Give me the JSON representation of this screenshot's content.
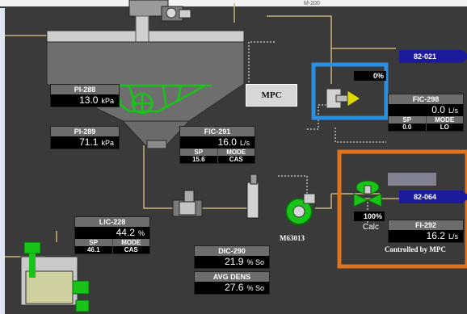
{
  "colors": {
    "background": "#3a3a3a",
    "pipe": "#c9b27a",
    "green": "#18c418",
    "blue_highlight": "#2b8fe0",
    "orange_highlight": "#e0741e",
    "arrow_tag": "#1b1b9c"
  },
  "top_label": "M-200",
  "mpc_button": "MPC",
  "faceplates": {
    "pi288": {
      "tag": "PI-288",
      "value": "13.0",
      "unit": "kPa"
    },
    "pi289": {
      "tag": "PI-289",
      "value": "71.1",
      "unit": "kPa"
    },
    "fic291": {
      "tag": "FIC-291",
      "value": "16.0",
      "unit": "L/s",
      "sp_label": "SP",
      "sp_value": "15.6",
      "mode_label": "MODE",
      "mode_value": "CAS"
    },
    "fic298": {
      "tag": "FIC-298",
      "value": "0.0",
      "unit": "L/s",
      "sp_label": "SP",
      "sp_value": "0.0",
      "mode_label": "MODE",
      "mode_value": "LO"
    },
    "lic228": {
      "tag": "LIC-228",
      "value": "44.2",
      "unit": "%",
      "sp_label": "SP",
      "sp_value": "46.1",
      "mode_label": "MODE",
      "mode_value": "CAS"
    },
    "dic290": {
      "tag": "DIC-290",
      "value": "21.9",
      "unit": "% So"
    },
    "avgdens": {
      "tag": "AVG DENS",
      "value": "27.6",
      "unit": "% So"
    },
    "fi292": {
      "tag": "FI-292",
      "value": "16.2",
      "unit": "L/s"
    }
  },
  "valve_top_pct": "0%",
  "valve_bottom_pct": "100%",
  "calc_label": "Calc",
  "pump_label": "M63013",
  "controlled_label": "Controlled by MPC",
  "arrow_tags": {
    "top": "82-021",
    "bottom": "82-064"
  }
}
